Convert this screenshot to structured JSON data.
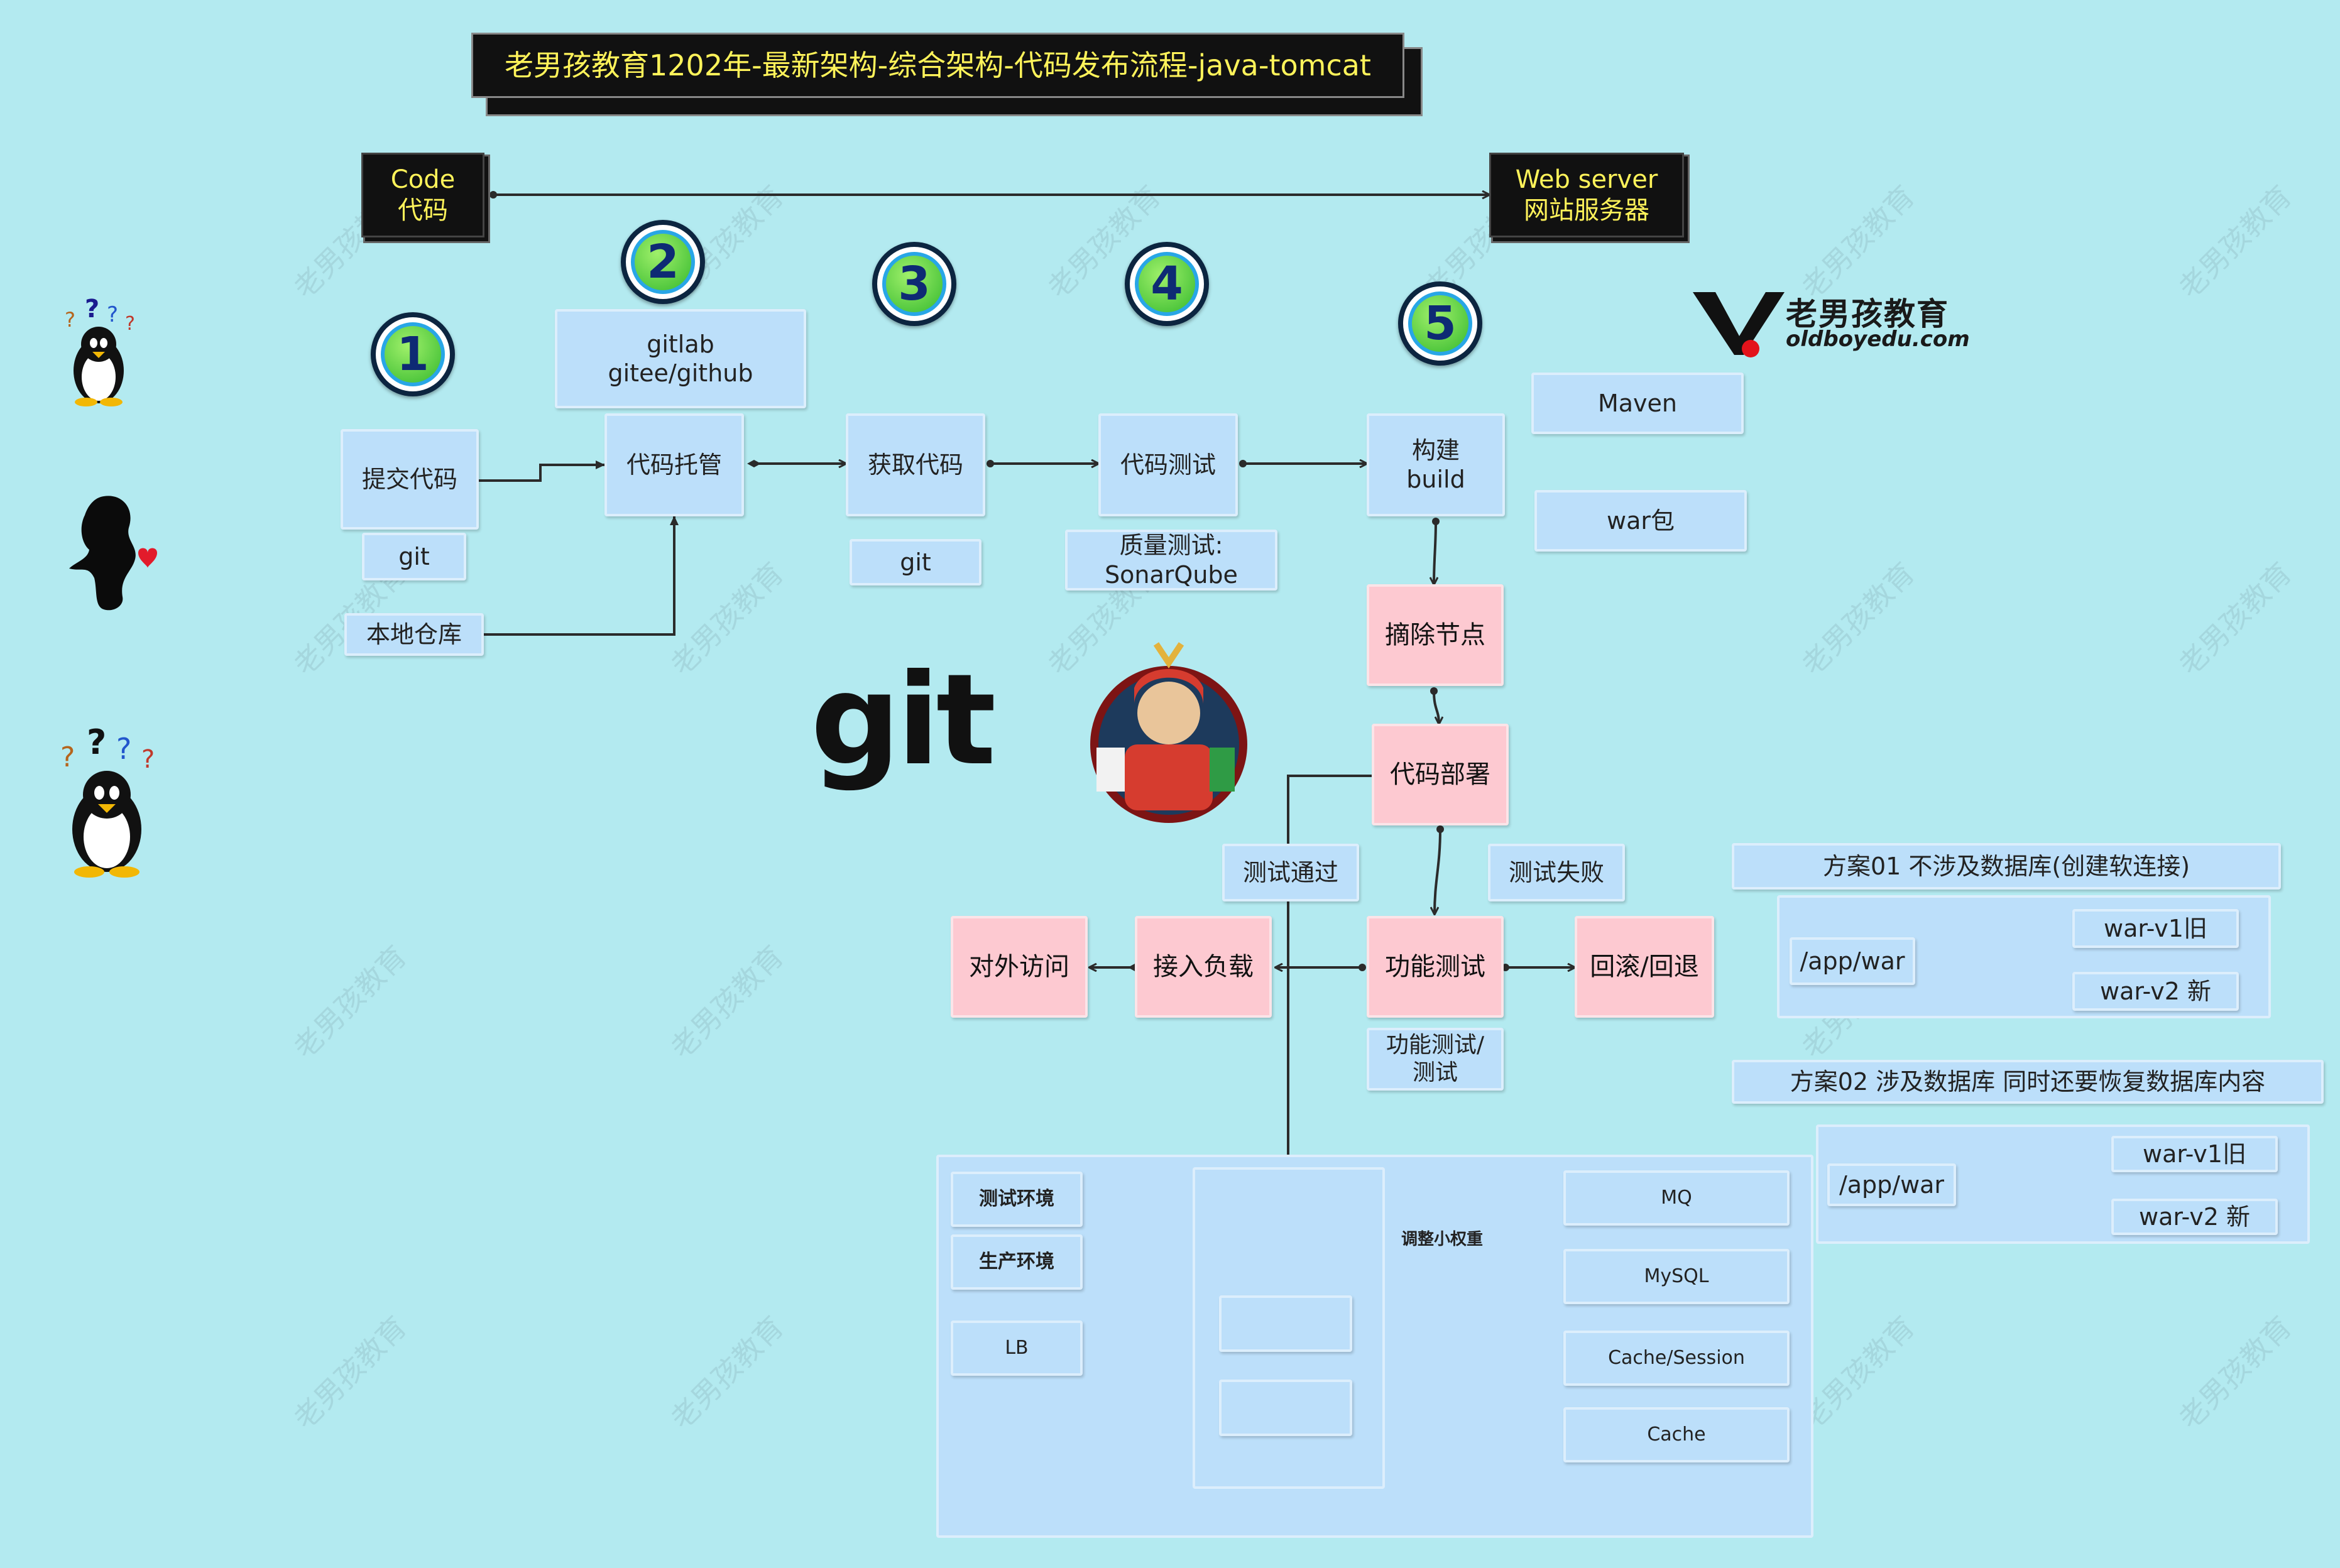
{
  "title": "老男孩教育1202年-最新架构-综合架构-代码发布流程-java-tomcat",
  "endpoints": {
    "code": "Code\n代码",
    "webserver": "Web server\n网站服务器"
  },
  "badges": [
    "1",
    "2",
    "3",
    "4",
    "5"
  ],
  "logo": {
    "name": "老男孩教育",
    "site": "oldboyedu.com"
  },
  "git_logo": "git",
  "watermark": "老男孩教育",
  "flow": {
    "submit": "提交代码",
    "submit_tool": "git",
    "local_repo": "本地仓库",
    "hosting": "代码托管",
    "hosting_tools": "gitlab\ngitee/github",
    "fetch": "获取代码",
    "fetch_tool": "git",
    "test": "代码测试",
    "test_tool": "质量测试:\nSonarQube",
    "build": "构建\nbuild",
    "maven": "Maven",
    "war": "war包",
    "remove_node": "摘除节点",
    "deploy": "代码部署",
    "pass_label": "测试通过",
    "fail_label": "测试失败",
    "func_test": "功能测试",
    "func_test_note": "功能测试/\n测试",
    "rollback": "回滚/回退",
    "attach_lb": "接入负载",
    "public_access": "对外访问"
  },
  "plan01": {
    "title": "方案01 不涉及数据库(创建软连接)",
    "path": "/app/war",
    "old": "war-v1旧",
    "new": "war-v2 新"
  },
  "plan02": {
    "title": "方案02  涉及数据库 同时还要恢复数据库内容",
    "path": "/app/war",
    "old": "war-v1旧",
    "new": "war-v2 新"
  },
  "env": {
    "test_env": "测试环境",
    "prod_env": "生产环境",
    "lb": "LB",
    "weight_label": "调整小权重",
    "services": [
      "MQ",
      "MySQL",
      "Cache/Session",
      "Cache"
    ]
  },
  "icons": [
    "penguin-icon",
    "silhouette-icon",
    "penguin-icon",
    "jenkins-icon",
    "oldboy-logo-icon"
  ]
}
